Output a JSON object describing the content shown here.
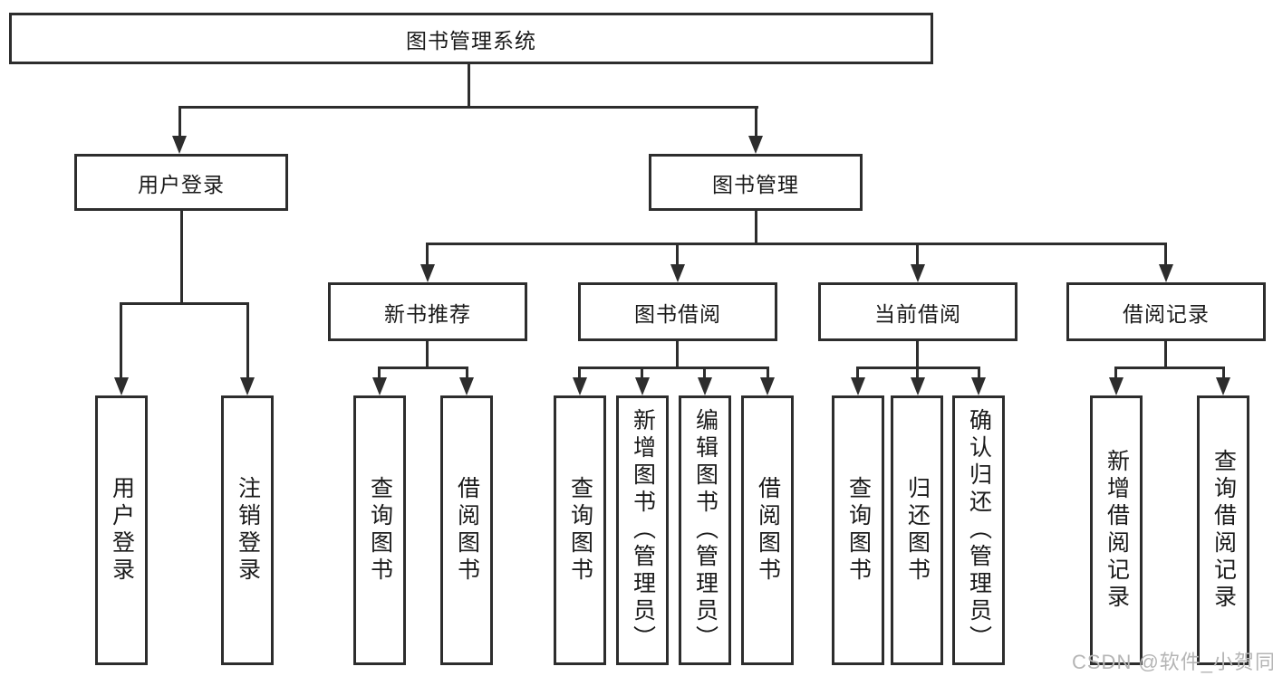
{
  "colors": {
    "line": "#2d2d2d",
    "box_border": "#2d2d2d",
    "box_background": "#ffffff",
    "text": "#1a1a1a",
    "watermark": "#b5b5b5"
  },
  "diagram": {
    "type": "org-chart",
    "root": {
      "label": "图书管理系统"
    },
    "level2": [
      {
        "label": "用户登录",
        "parent": "图书管理系统"
      },
      {
        "label": "图书管理",
        "parent": "图书管理系统"
      }
    ],
    "level3": [
      {
        "label": "新书推荐",
        "parent": "图书管理"
      },
      {
        "label": "图书借阅",
        "parent": "图书管理"
      },
      {
        "label": "当前借阅",
        "parent": "图书管理"
      },
      {
        "label": "借阅记录",
        "parent": "图书管理"
      }
    ],
    "leaves": [
      {
        "label": "用户登录",
        "parent": "用户登录"
      },
      {
        "label": "注销登录",
        "parent": "用户登录"
      },
      {
        "label": "查询图书",
        "parent": "新书推荐"
      },
      {
        "label": "借阅图书",
        "parent": "新书推荐"
      },
      {
        "label": "查询图书",
        "parent": "图书借阅"
      },
      {
        "label": "新增图书（管理员）",
        "parent": "图书借阅"
      },
      {
        "label": "编辑图书（管理员）",
        "parent": "图书借阅"
      },
      {
        "label": "借阅图书",
        "parent": "图书借阅"
      },
      {
        "label": "查询图书",
        "parent": "当前借阅"
      },
      {
        "label": "归还图书",
        "parent": "当前借阅"
      },
      {
        "label": "确认归还（管理员）",
        "parent": "当前借阅"
      },
      {
        "label": "新增借阅记录",
        "parent": "借阅记录"
      },
      {
        "label": "查询借阅记录",
        "parent": "借阅记录"
      }
    ]
  },
  "watermark": {
    "text": "CSDN @软件_小贺同学"
  }
}
